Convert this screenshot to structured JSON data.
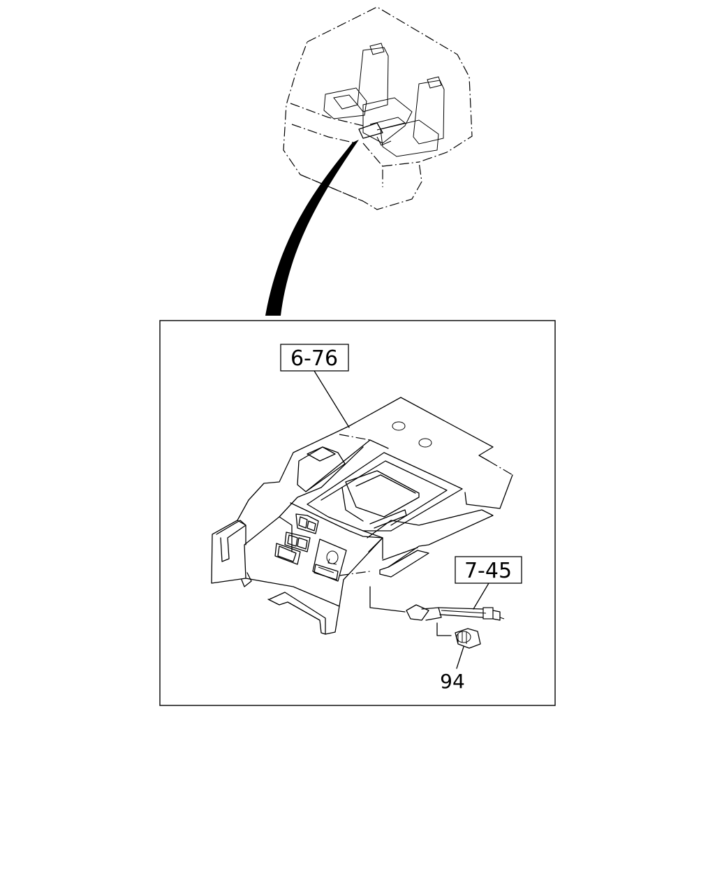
{
  "labels": {
    "ref_top": "6-76",
    "ref_right": "7-45",
    "part_number": "94"
  },
  "colors": {
    "line": "#000000",
    "background": "#ffffff"
  }
}
